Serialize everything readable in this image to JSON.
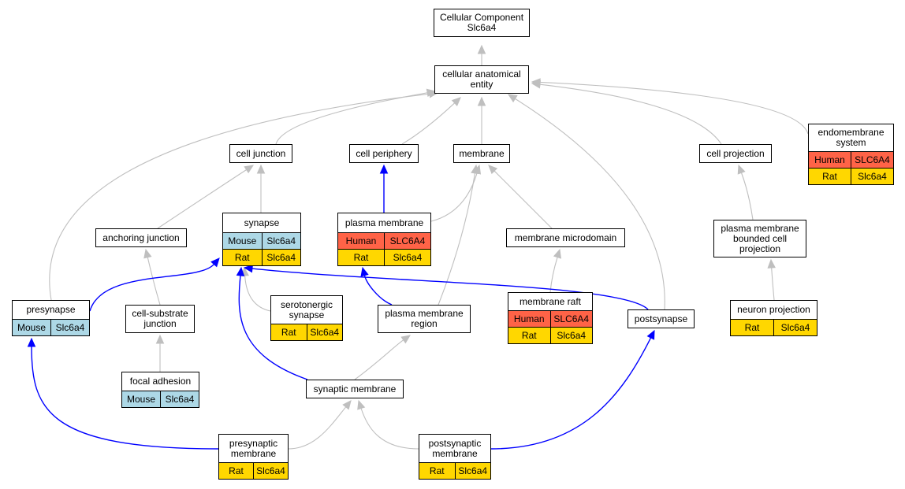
{
  "colors": {
    "edge_grey": "#bfbfbf",
    "edge_blue": "#0000ff",
    "human": "#ff6347",
    "mouse": "#add8e6",
    "rat": "#ffd700"
  },
  "nodes": [
    {
      "id": "cc_root",
      "label": "Cellular Component\nSlc6a4",
      "annotations": []
    },
    {
      "id": "cae",
      "label": "cellular anatomical\nentity",
      "annotations": []
    },
    {
      "id": "cell_junction",
      "label": "cell junction",
      "annotations": []
    },
    {
      "id": "cell_periphery",
      "label": "cell periphery",
      "annotations": []
    },
    {
      "id": "membrane",
      "label": "membrane",
      "annotations": []
    },
    {
      "id": "cell_projection",
      "label": "cell projection",
      "annotations": []
    },
    {
      "id": "endomembrane",
      "label": "endomembrane\nsystem",
      "annotations": [
        {
          "species": "Human",
          "gene": "SLC6A4",
          "color": "#ff6347"
        },
        {
          "species": "Rat",
          "gene": "Slc6a4",
          "color": "#ffd700"
        }
      ]
    },
    {
      "id": "anchoring_junction",
      "label": "anchoring junction",
      "annotations": []
    },
    {
      "id": "synapse",
      "label": "synapse",
      "annotations": [
        {
          "species": "Mouse",
          "gene": "Slc6a4",
          "color": "#add8e6"
        },
        {
          "species": "Rat",
          "gene": "Slc6a4",
          "color": "#ffd700"
        }
      ]
    },
    {
      "id": "plasma_membrane",
      "label": "plasma membrane",
      "annotations": [
        {
          "species": "Human",
          "gene": "SLC6A4",
          "color": "#ff6347"
        },
        {
          "species": "Rat",
          "gene": "Slc6a4",
          "color": "#ffd700"
        }
      ]
    },
    {
      "id": "membrane_microdomain",
      "label": "membrane microdomain",
      "annotations": []
    },
    {
      "id": "pm_bounded",
      "label": "plasma membrane\nbounded cell\nprojection",
      "annotations": []
    },
    {
      "id": "presynapse",
      "label": "presynapse",
      "annotations": [
        {
          "species": "Mouse",
          "gene": "Slc6a4",
          "color": "#add8e6"
        }
      ]
    },
    {
      "id": "cell_substrate",
      "label": "cell-substrate\njunction",
      "annotations": []
    },
    {
      "id": "serotonergic",
      "label": "serotonergic\nsynapse",
      "annotations": [
        {
          "species": "Rat",
          "gene": "Slc6a4",
          "color": "#ffd700"
        }
      ]
    },
    {
      "id": "pm_region",
      "label": "plasma membrane\nregion",
      "annotations": []
    },
    {
      "id": "membrane_raft",
      "label": "membrane raft",
      "annotations": [
        {
          "species": "Human",
          "gene": "SLC6A4",
          "color": "#ff6347"
        },
        {
          "species": "Rat",
          "gene": "Slc6a4",
          "color": "#ffd700"
        }
      ]
    },
    {
      "id": "postsynapse",
      "label": "postsynapse",
      "annotations": []
    },
    {
      "id": "neuron_projection",
      "label": "neuron projection",
      "annotations": [
        {
          "species": "Rat",
          "gene": "Slc6a4",
          "color": "#ffd700"
        }
      ]
    },
    {
      "id": "focal_adhesion",
      "label": "focal adhesion",
      "annotations": [
        {
          "species": "Mouse",
          "gene": "Slc6a4",
          "color": "#add8e6"
        }
      ]
    },
    {
      "id": "synaptic_membrane",
      "label": "synaptic membrane",
      "annotations": []
    },
    {
      "id": "presynaptic_membrane",
      "label": "presynaptic\nmembrane",
      "annotations": [
        {
          "species": "Rat",
          "gene": "Slc6a4",
          "color": "#ffd700"
        }
      ]
    },
    {
      "id": "postsynaptic_membrane",
      "label": "postsynaptic\nmembrane",
      "annotations": [
        {
          "species": "Rat",
          "gene": "Slc6a4",
          "color": "#ffd700"
        }
      ]
    }
  ],
  "edges": [
    {
      "from": "cae",
      "to": "cc_root",
      "type": "is_a"
    },
    {
      "from": "cell_junction",
      "to": "cae",
      "type": "is_a"
    },
    {
      "from": "cell_periphery",
      "to": "cae",
      "type": "is_a"
    },
    {
      "from": "membrane",
      "to": "cae",
      "type": "is_a"
    },
    {
      "from": "cell_projection",
      "to": "cae",
      "type": "is_a"
    },
    {
      "from": "endomembrane",
      "to": "cae",
      "type": "is_a"
    },
    {
      "from": "presynapse",
      "to": "cae",
      "type": "is_a"
    },
    {
      "from": "postsynapse",
      "to": "cae",
      "type": "is_a"
    },
    {
      "from": "anchoring_junction",
      "to": "cell_junction",
      "type": "is_a"
    },
    {
      "from": "synapse",
      "to": "cell_junction",
      "type": "is_a"
    },
    {
      "from": "plasma_membrane",
      "to": "cell_periphery",
      "type": "part_of"
    },
    {
      "from": "plasma_membrane",
      "to": "membrane",
      "type": "is_a"
    },
    {
      "from": "membrane_microdomain",
      "to": "membrane",
      "type": "is_a"
    },
    {
      "from": "pm_region",
      "to": "membrane",
      "type": "is_a"
    },
    {
      "from": "pm_bounded",
      "to": "cell_projection",
      "type": "is_a"
    },
    {
      "from": "neuron_projection",
      "to": "pm_bounded",
      "type": "is_a"
    },
    {
      "from": "cell_substrate",
      "to": "anchoring_junction",
      "type": "is_a"
    },
    {
      "from": "focal_adhesion",
      "to": "cell_substrate",
      "type": "is_a"
    },
    {
      "from": "membrane_raft",
      "to": "membrane_microdomain",
      "type": "is_a"
    },
    {
      "from": "presynapse",
      "to": "synapse",
      "type": "part_of"
    },
    {
      "from": "serotonergic",
      "to": "synapse",
      "type": "is_a"
    },
    {
      "from": "postsynapse",
      "to": "synapse",
      "type": "part_of"
    },
    {
      "from": "synaptic_membrane",
      "to": "synapse",
      "type": "part_of"
    },
    {
      "from": "pm_region",
      "to": "plasma_membrane",
      "type": "part_of"
    },
    {
      "from": "synaptic_membrane",
      "to": "pm_region",
      "type": "is_a"
    },
    {
      "from": "presynaptic_membrane",
      "to": "synaptic_membrane",
      "type": "is_a"
    },
    {
      "from": "postsynaptic_membrane",
      "to": "synaptic_membrane",
      "type": "is_a"
    },
    {
      "from": "presynaptic_membrane",
      "to": "presynapse",
      "type": "part_of"
    },
    {
      "from": "postsynaptic_membrane",
      "to": "postsynapse",
      "type": "part_of"
    }
  ]
}
